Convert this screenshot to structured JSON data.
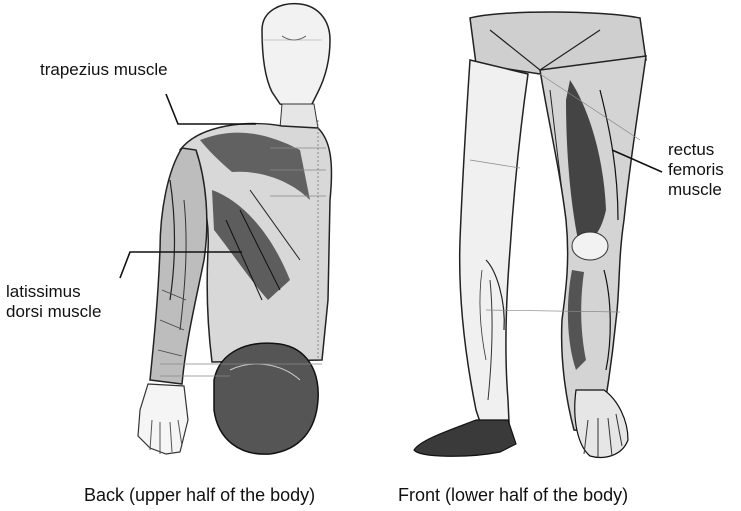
{
  "labels": {
    "trapezius": "trapezius muscle",
    "latissimus_line1": "latissimus",
    "latissimus_line2": "dorsi muscle",
    "rectus_line1": "rectus",
    "rectus_line2": "femoris",
    "rectus_line3": "muscle"
  },
  "captions": {
    "back": "Back (upper half of the body)",
    "front": "Front (lower half of the body)"
  },
  "colors": {
    "ink": "#111111",
    "shade": "#3a3a3a",
    "paper": "#ffffff"
  }
}
